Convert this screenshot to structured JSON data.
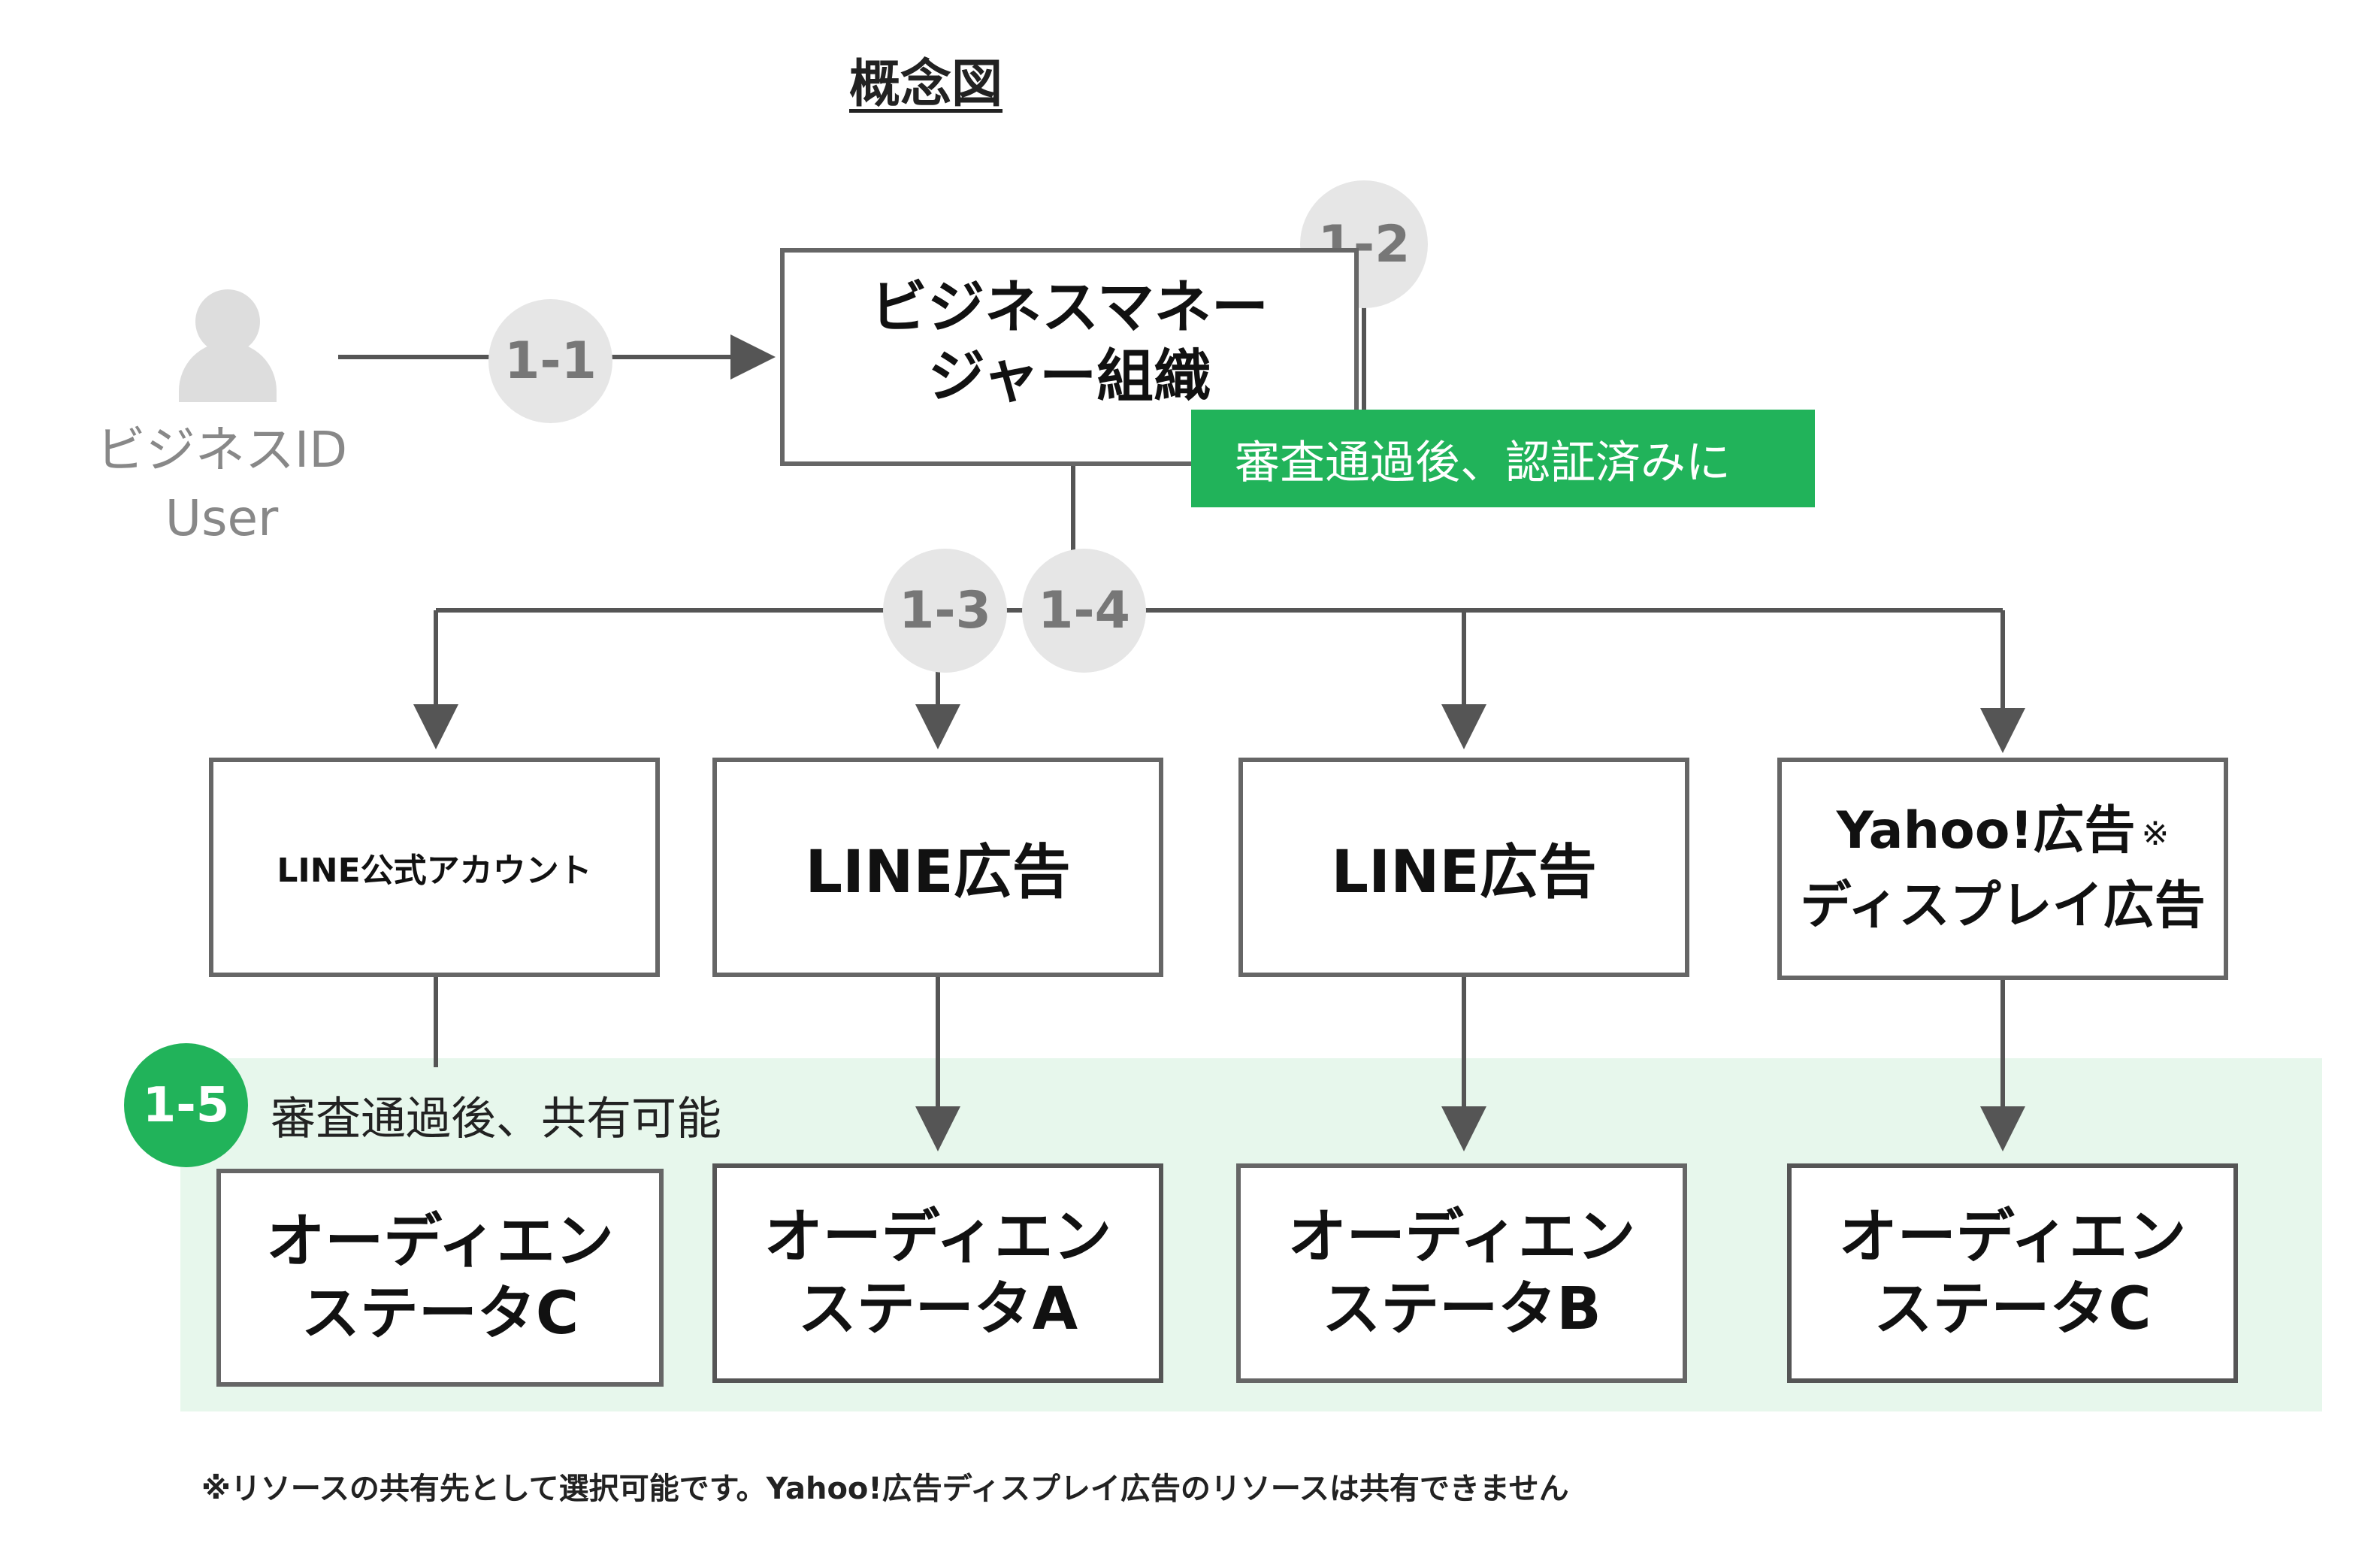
{
  "title": "概念図",
  "user": {
    "line1": "ビジネスID",
    "line2": "User",
    "icon": "person-icon"
  },
  "steps": {
    "s1": "1-1",
    "s2": "1-2",
    "s3": "1-3",
    "s4": "1-4",
    "s5": "1-5"
  },
  "org": {
    "line1": "ビジネスマネー",
    "line2": "ジャー組織"
  },
  "verified_banner": "審査通過後、認証済みに",
  "services": [
    {
      "label": "LINE公式アカウント"
    },
    {
      "label": "LINE広告"
    },
    {
      "label": "LINE広告"
    },
    {
      "line1": "Yahoo!広告",
      "mark": "※",
      "line2": "ディスプレイ広告"
    }
  ],
  "share_label": "審査通過後、共有可能",
  "audiences": [
    {
      "line1": "オーディエン",
      "line2": "ステータC"
    },
    {
      "line1": "オーディエン",
      "line2": "ステータA"
    },
    {
      "line1": "オーディエン",
      "line2": "ステータB"
    },
    {
      "line1": "オーディエン",
      "line2": "ステータC"
    }
  ],
  "footnote": "※リソースの共有先として選択可能です。Yahoo!広告ディスプレイ広告のリソースは共有できません",
  "colors": {
    "accent_green": "#21b35a",
    "share_area": "#e7f7ec",
    "step_circle": "#e6e6e6",
    "line": "#555555"
  }
}
